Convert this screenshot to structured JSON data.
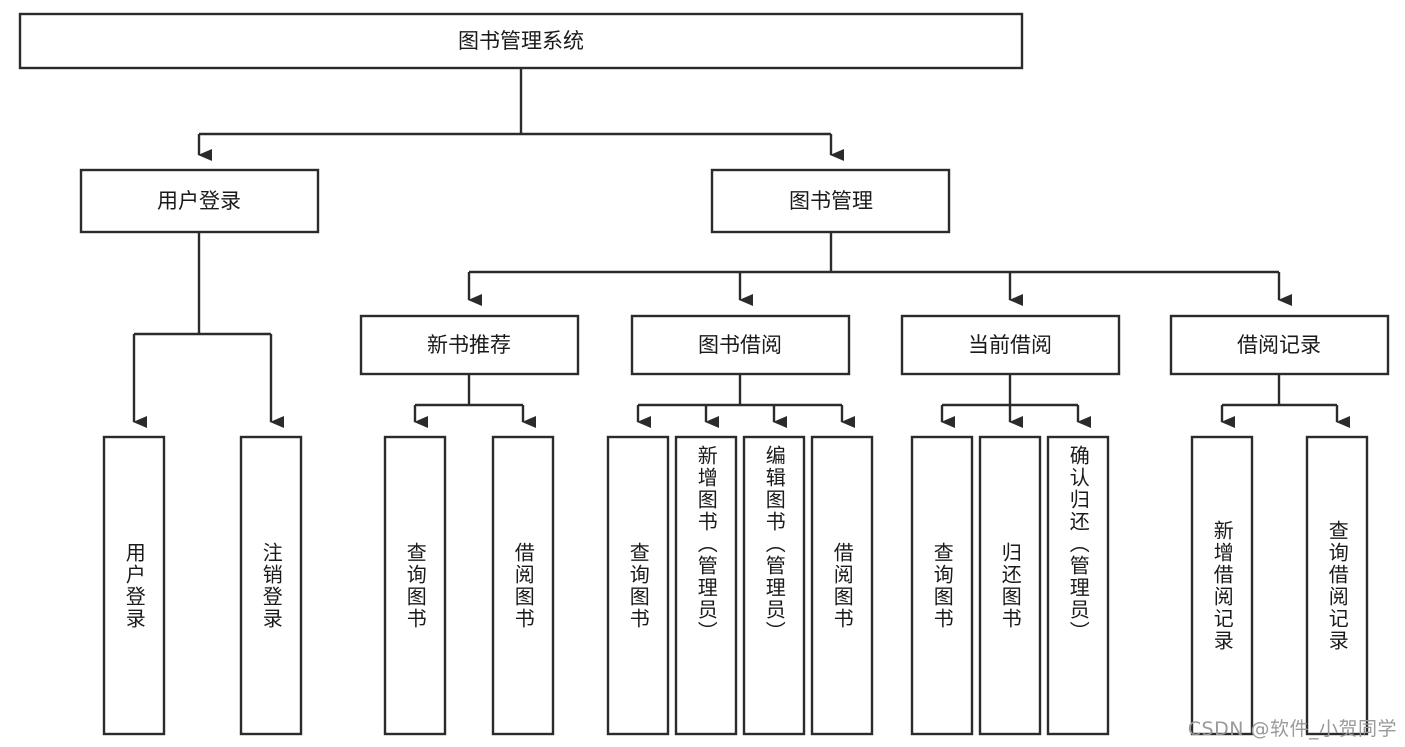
{
  "diagram": {
    "type": "tree",
    "title": "图书管理系统",
    "watermark": "CSDN @软件_小贺同学",
    "colors": {
      "box_stroke": "#2b2b2b",
      "box_fill": "#ffffff",
      "connector": "#2b2b2b",
      "text": "#1a1a1a",
      "watermark": "#9a9a9a",
      "background": "#ffffff"
    },
    "root": {
      "label": "图书管理系统"
    },
    "level2": [
      {
        "label": "用户登录"
      },
      {
        "label": "图书管理"
      }
    ],
    "level3": [
      {
        "label": "新书推荐"
      },
      {
        "label": "图书借阅"
      },
      {
        "label": "当前借阅"
      },
      {
        "label": "借阅记录"
      }
    ],
    "leaves": {
      "user_login": [
        {
          "label": "用户登录"
        },
        {
          "label": "注销登录"
        }
      ],
      "new_book_recommend": [
        {
          "label": "查询图书"
        },
        {
          "label": "借阅图书"
        }
      ],
      "book_borrow": [
        {
          "label": "查询图书"
        },
        {
          "label": "新增图书（管理员）"
        },
        {
          "label": "编辑图书（管理员）"
        },
        {
          "label": "借阅图书"
        }
      ],
      "current_borrow": [
        {
          "label": "查询图书"
        },
        {
          "label": "归还图书"
        },
        {
          "label": "确认归还（管理员）"
        }
      ],
      "borrow_record": [
        {
          "label": "新增借阅记录"
        },
        {
          "label": "查询借阅记录"
        }
      ]
    }
  }
}
